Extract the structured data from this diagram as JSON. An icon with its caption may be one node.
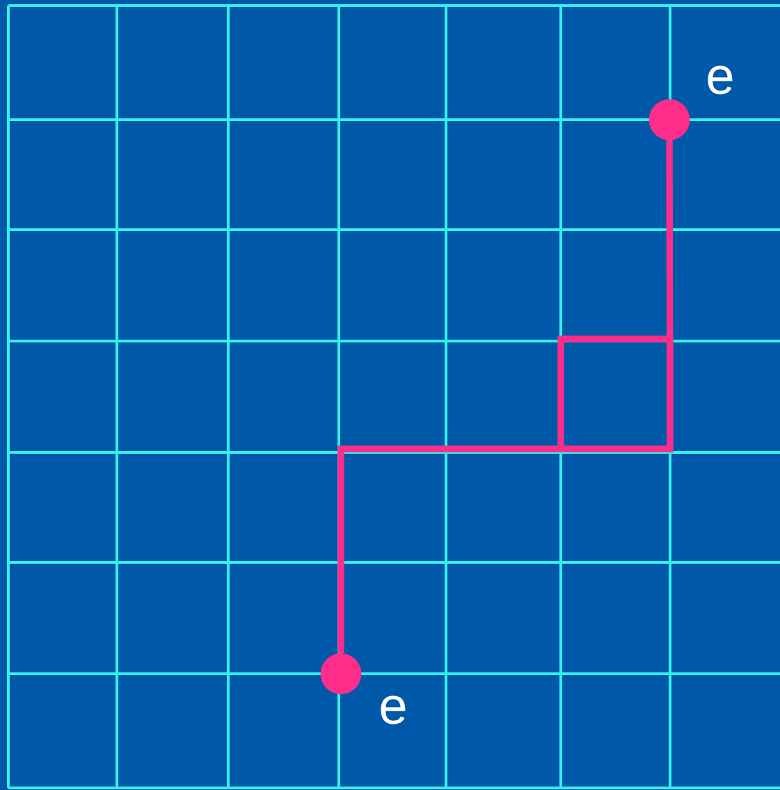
{
  "diagram": {
    "nodes": [
      {
        "text": [],
        "shape": "circle",
        "beside": [
          "e"
        ]
      },
      {
        "text": [],
        "shape": "circle",
        "beside": [
          "e"
        ]
      }
    ],
    "edges": [
      {
        "from": 0,
        "to": 1,
        "arrow": "none"
      }
    ]
  }
}
